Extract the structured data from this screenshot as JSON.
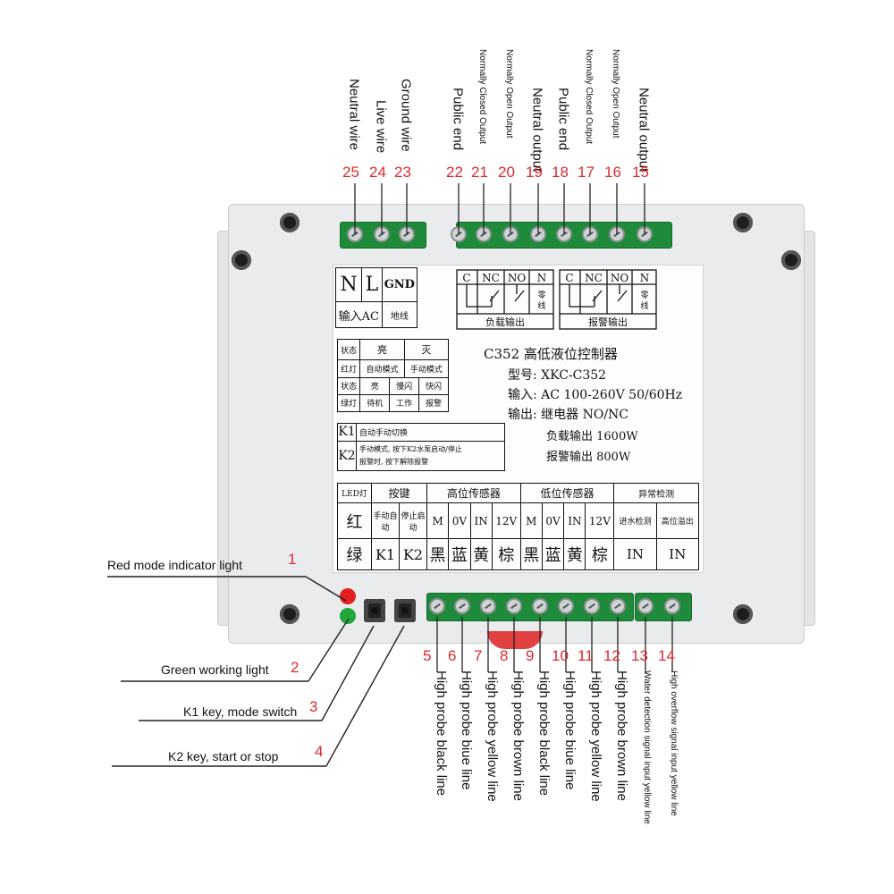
{
  "top_terminals": [
    {
      "num": "25",
      "label": "Neutral wire"
    },
    {
      "num": "24",
      "label": "Live wire"
    },
    {
      "num": "23",
      "label": "Ground wire"
    },
    {
      "num": "22",
      "label": "Public end"
    },
    {
      "num": "21",
      "label": "Normally Closed Output"
    },
    {
      "num": "20",
      "label": "Normally Open Output"
    },
    {
      "num": "19",
      "label": "Neutral output"
    },
    {
      "num": "18",
      "label": "Public end"
    },
    {
      "num": "17",
      "label": "Normally Closed Output"
    },
    {
      "num": "16",
      "label": "Normally Open Output"
    },
    {
      "num": "15",
      "label": "Neutral output"
    }
  ],
  "bottom_terminals": [
    {
      "num": "5",
      "label": "High probe black line"
    },
    {
      "num": "6",
      "label": "High probe biue line"
    },
    {
      "num": "7",
      "label": "High probe yellow line"
    },
    {
      "num": "8",
      "label": "High probe brown line"
    },
    {
      "num": "9",
      "label": "High probe black line"
    },
    {
      "num": "10",
      "label": "High probe biue line"
    },
    {
      "num": "11",
      "label": "High probe yellow line"
    },
    {
      "num": "12",
      "label": "High probe brown line"
    },
    {
      "num": "13",
      "label": "Water detection signal input yellow line"
    },
    {
      "num": "14",
      "label": "High overflow signal input yellow line"
    }
  ],
  "left_callouts": [
    {
      "num": "1",
      "label": "Red mode indicator light"
    },
    {
      "num": "2",
      "label": "Green working light"
    },
    {
      "num": "3",
      "label": "K1 key, mode switch"
    },
    {
      "num": "4",
      "label": "K2 key, start or stop"
    }
  ],
  "panel": {
    "input_box": {
      "n": "N",
      "l": "L",
      "gnd": "GND",
      "input_ac": "输入AC",
      "ground": "地线"
    },
    "relay_headers": [
      "C",
      "NC",
      "NO",
      "N"
    ],
    "neutral_cn": "零线",
    "load_output": "负载输出",
    "alarm_output": "报警输出",
    "title": "C352 高低液位控制器",
    "model": "型号: XKC-C352",
    "input": "输入: AC 100-260V 50/60Hz",
    "output": "输出: 继电器 NO/NC",
    "load_power": "负载输出 1600W",
    "alarm_power": "报警输出 800W",
    "status": {
      "r1": [
        "状态",
        "亮",
        "灭"
      ],
      "r2": [
        "红灯",
        "自动模式",
        "手动模式"
      ],
      "r3": [
        "状态",
        "亮",
        "慢闪",
        "快闪"
      ],
      "r4": [
        "绿灯",
        "待机",
        "工作",
        "报警"
      ]
    },
    "keys": {
      "k1": "K1",
      "k1_desc": "自动手动切换",
      "k2": "K2",
      "k2_desc1": "手动模式, 按下K2水泵启动/停止",
      "k2_desc2": "报警时, 按下解除报警"
    },
    "bottom_table": {
      "led": "LED灯",
      "keys": "按键",
      "high_sensor": "高位传感器",
      "low_sensor": "低位传感器",
      "abnormal": "异常检测",
      "red": "红",
      "green": "绿",
      "manual_auto": "手动自动",
      "stop_start": "停止启动",
      "pins": [
        "M",
        "0V",
        "IN",
        "12V",
        "M",
        "0V",
        "IN",
        "12V"
      ],
      "water_in": "进水检测",
      "high_over": "高位溢出",
      "k1": "K1",
      "k2": "K2",
      "colors": [
        "黑",
        "蓝",
        "黄",
        "棕",
        "黑",
        "蓝",
        "黄",
        "棕"
      ],
      "in1": "IN",
      "in2": "IN"
    }
  },
  "colors": {
    "accent_red": "#e0282c",
    "terminal_green": "#1f8a3a",
    "led_red": "#e02020",
    "led_green": "#22a83a"
  }
}
